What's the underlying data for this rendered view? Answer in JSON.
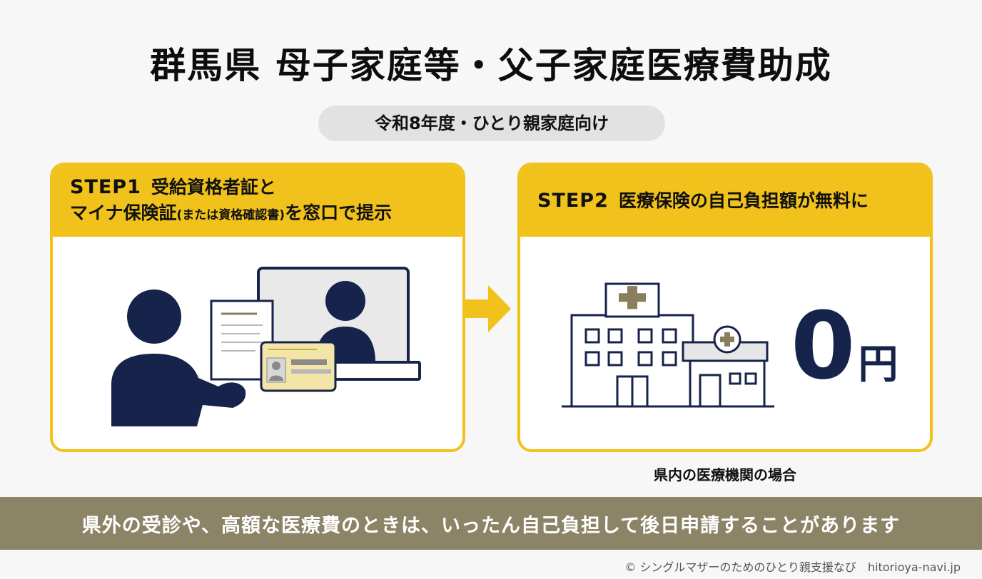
{
  "title": "群馬県 母子家庭等・父子家庭医療費助成",
  "subtitle": "令和8年度・ひとり親家庭向け",
  "step1": {
    "step": "STEP1",
    "line1": "受給資格者証と",
    "line2_main": "マイナ保険証",
    "line2_small": "(または資格確認書)",
    "line2_end": "を窓口で提示"
  },
  "step2": {
    "step": "STEP2",
    "text": "医療保険の自己負担額が無料に",
    "amount": "0",
    "unit": "円",
    "note": "県内の医療機関の場合"
  },
  "bottom_notice": "県外の受診や、高額な医療費のときは、いったん自己負担して後日申請することがあります",
  "copyright": "© シングルマザーのためのひとり親支援なび　hitorioya-navi.jp",
  "colors": {
    "accent_yellow": "#f1c21b",
    "navy": "#16234a",
    "bar_olive": "#8c8467",
    "cross_olive": "#8a7f5c"
  }
}
